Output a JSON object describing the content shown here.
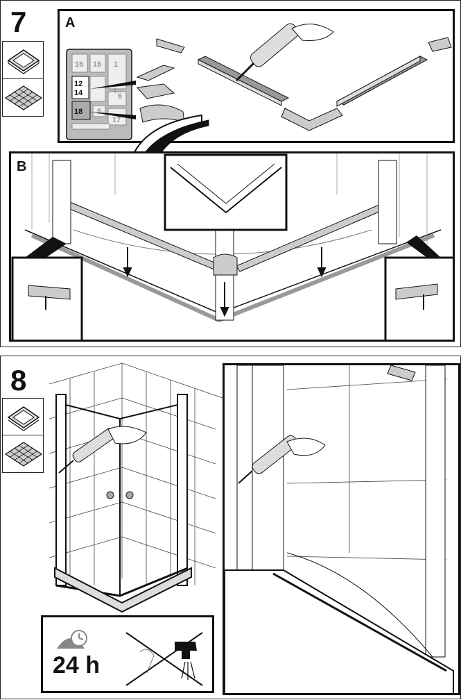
{
  "step7": {
    "number": "7",
    "subA_label": "A",
    "subB_label": "B",
    "parts": [
      "16",
      "16",
      "1",
      "12",
      "14",
      "4",
      "6",
      "18",
      "5",
      "17"
    ]
  },
  "step8": {
    "number": "8",
    "cure_time": "24 h"
  },
  "icons": [
    "shower-tray-icon",
    "tiled-floor-icon"
  ]
}
